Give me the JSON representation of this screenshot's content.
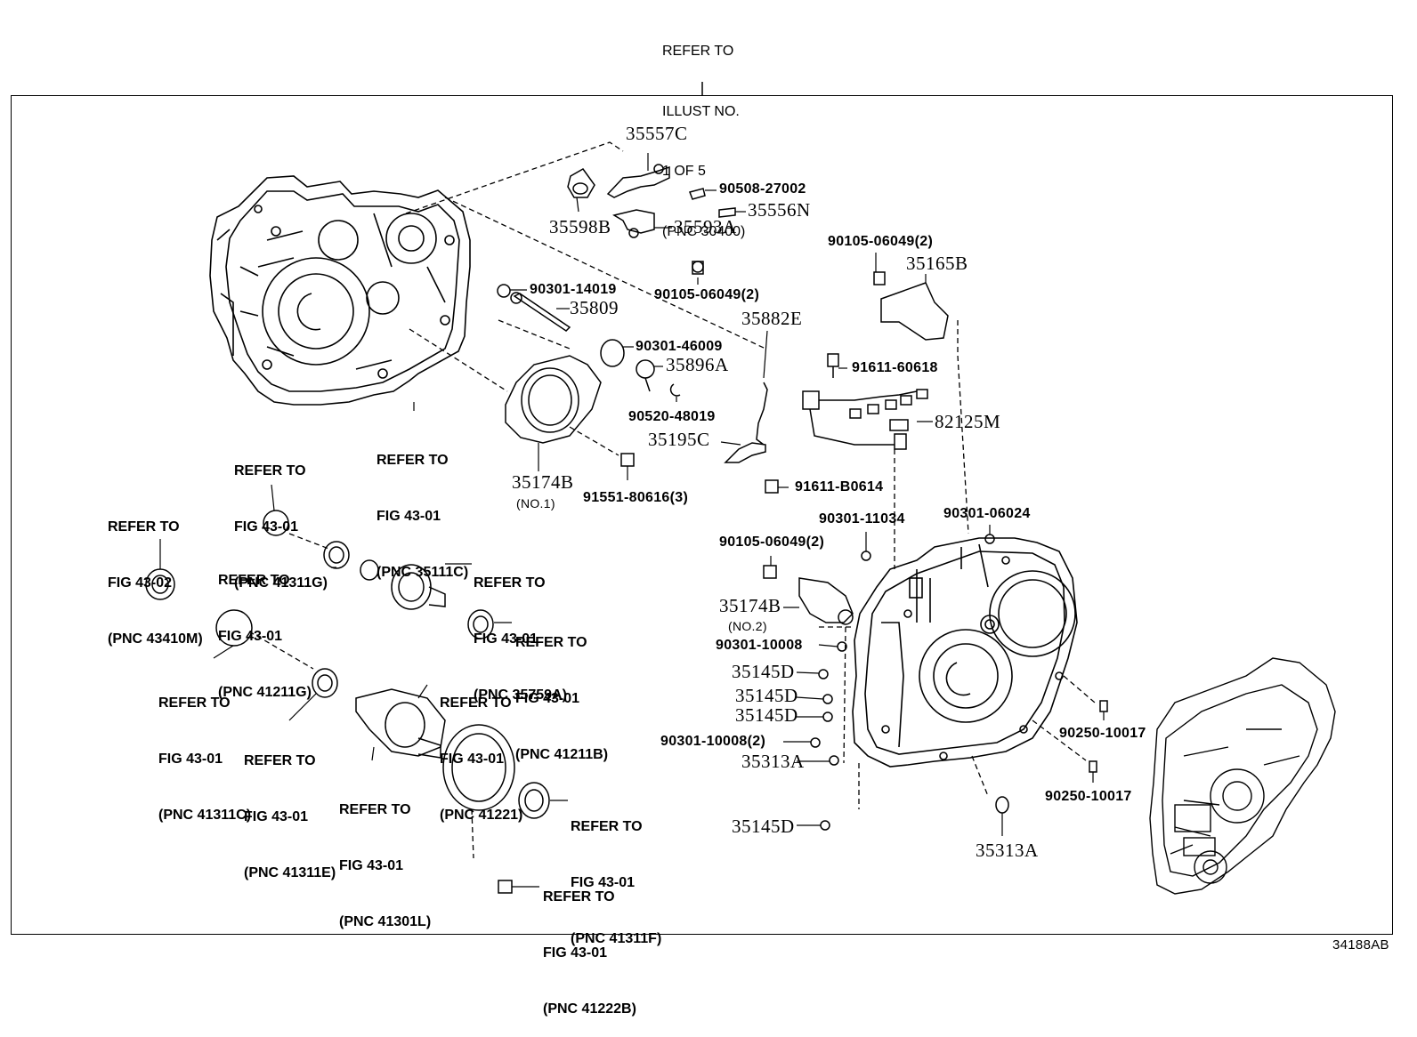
{
  "header_ref": [
    "REFER TO",
    "ILLUST NO.",
    "1 OF 5",
    "(PNC 30400)"
  ],
  "illustration_code": "34188AB",
  "parts": {
    "p35557C": "35557C",
    "p90508": "90508-27002",
    "p35598B": "35598B",
    "p35556N": "35556N",
    "p35593A": "35593A",
    "p90301_14019": "90301-14019",
    "p35809": "35809",
    "p90105_a": "90105-06049(2)",
    "p35882E": "35882E",
    "p90301_46009": "90301-46009",
    "p35896A": "35896A",
    "p90520": "90520-48019",
    "p35195C": "35195C",
    "p35174B_1": "35174B",
    "no1": "(NO.1)",
    "p91551": "91551-80616(3)",
    "p91611_B": "91611-B0614",
    "p90105_b": "90105-06049(2)",
    "p35165B": "35165B",
    "p91611_6": "91611-60618",
    "p82125M": "82125M",
    "p90301_11034": "90301-11034",
    "p90301_06024": "90301-06024",
    "p90105_c": "90105-06049(2)",
    "p35174B_2": "35174B",
    "no2": "(NO.2)",
    "p90301_10008": "90301-10008",
    "p35145D_1": "35145D",
    "p35145D_2": "35145D",
    "p35145D_3": "35145D",
    "p90301_10008_2": "90301-10008(2)",
    "p35313A_1": "35313A",
    "p35145D_4": "35145D",
    "p35313A_2": "35313A",
    "p90250_1": "90250-10017",
    "p90250_2": "90250-10017"
  },
  "refs": {
    "r35111C": [
      "REFER TO",
      "FIG 43-01",
      "(PNC 35111C)"
    ],
    "r41311G": [
      "REFER TO",
      "FIG 43-01",
      "(PNC 41311G)"
    ],
    "r43410M": [
      "REFER TO",
      "FIG 43-02",
      "(PNC 43410M)"
    ],
    "r41211G": [
      "REFER TO",
      "FIG 43-01",
      "(PNC 41211G)"
    ],
    "r35759A": [
      "REFER TO",
      "FIG 43-01",
      "(PNC 35759A)"
    ],
    "r41211B": [
      "REFER TO",
      "FIG 43-01",
      "(PNC 41211B)"
    ],
    "r41311C": [
      "REFER TO",
      "FIG 43-01",
      "(PNC 41311C)"
    ],
    "r41221": [
      "REFER TO",
      "FIG 43-01",
      "(PNC 41221)"
    ],
    "r41311E": [
      "REFER TO",
      "FIG 43-01",
      "(PNC 41311E)"
    ],
    "r41301L": [
      "REFER TO",
      "FIG 43-01",
      "(PNC 41301L)"
    ],
    "r41311F": [
      "REFER TO",
      "FIG 43-01",
      "(PNC 41311F)"
    ],
    "r41222B": [
      "REFER TO",
      "FIG 43-01",
      "(PNC 41222B)"
    ]
  }
}
